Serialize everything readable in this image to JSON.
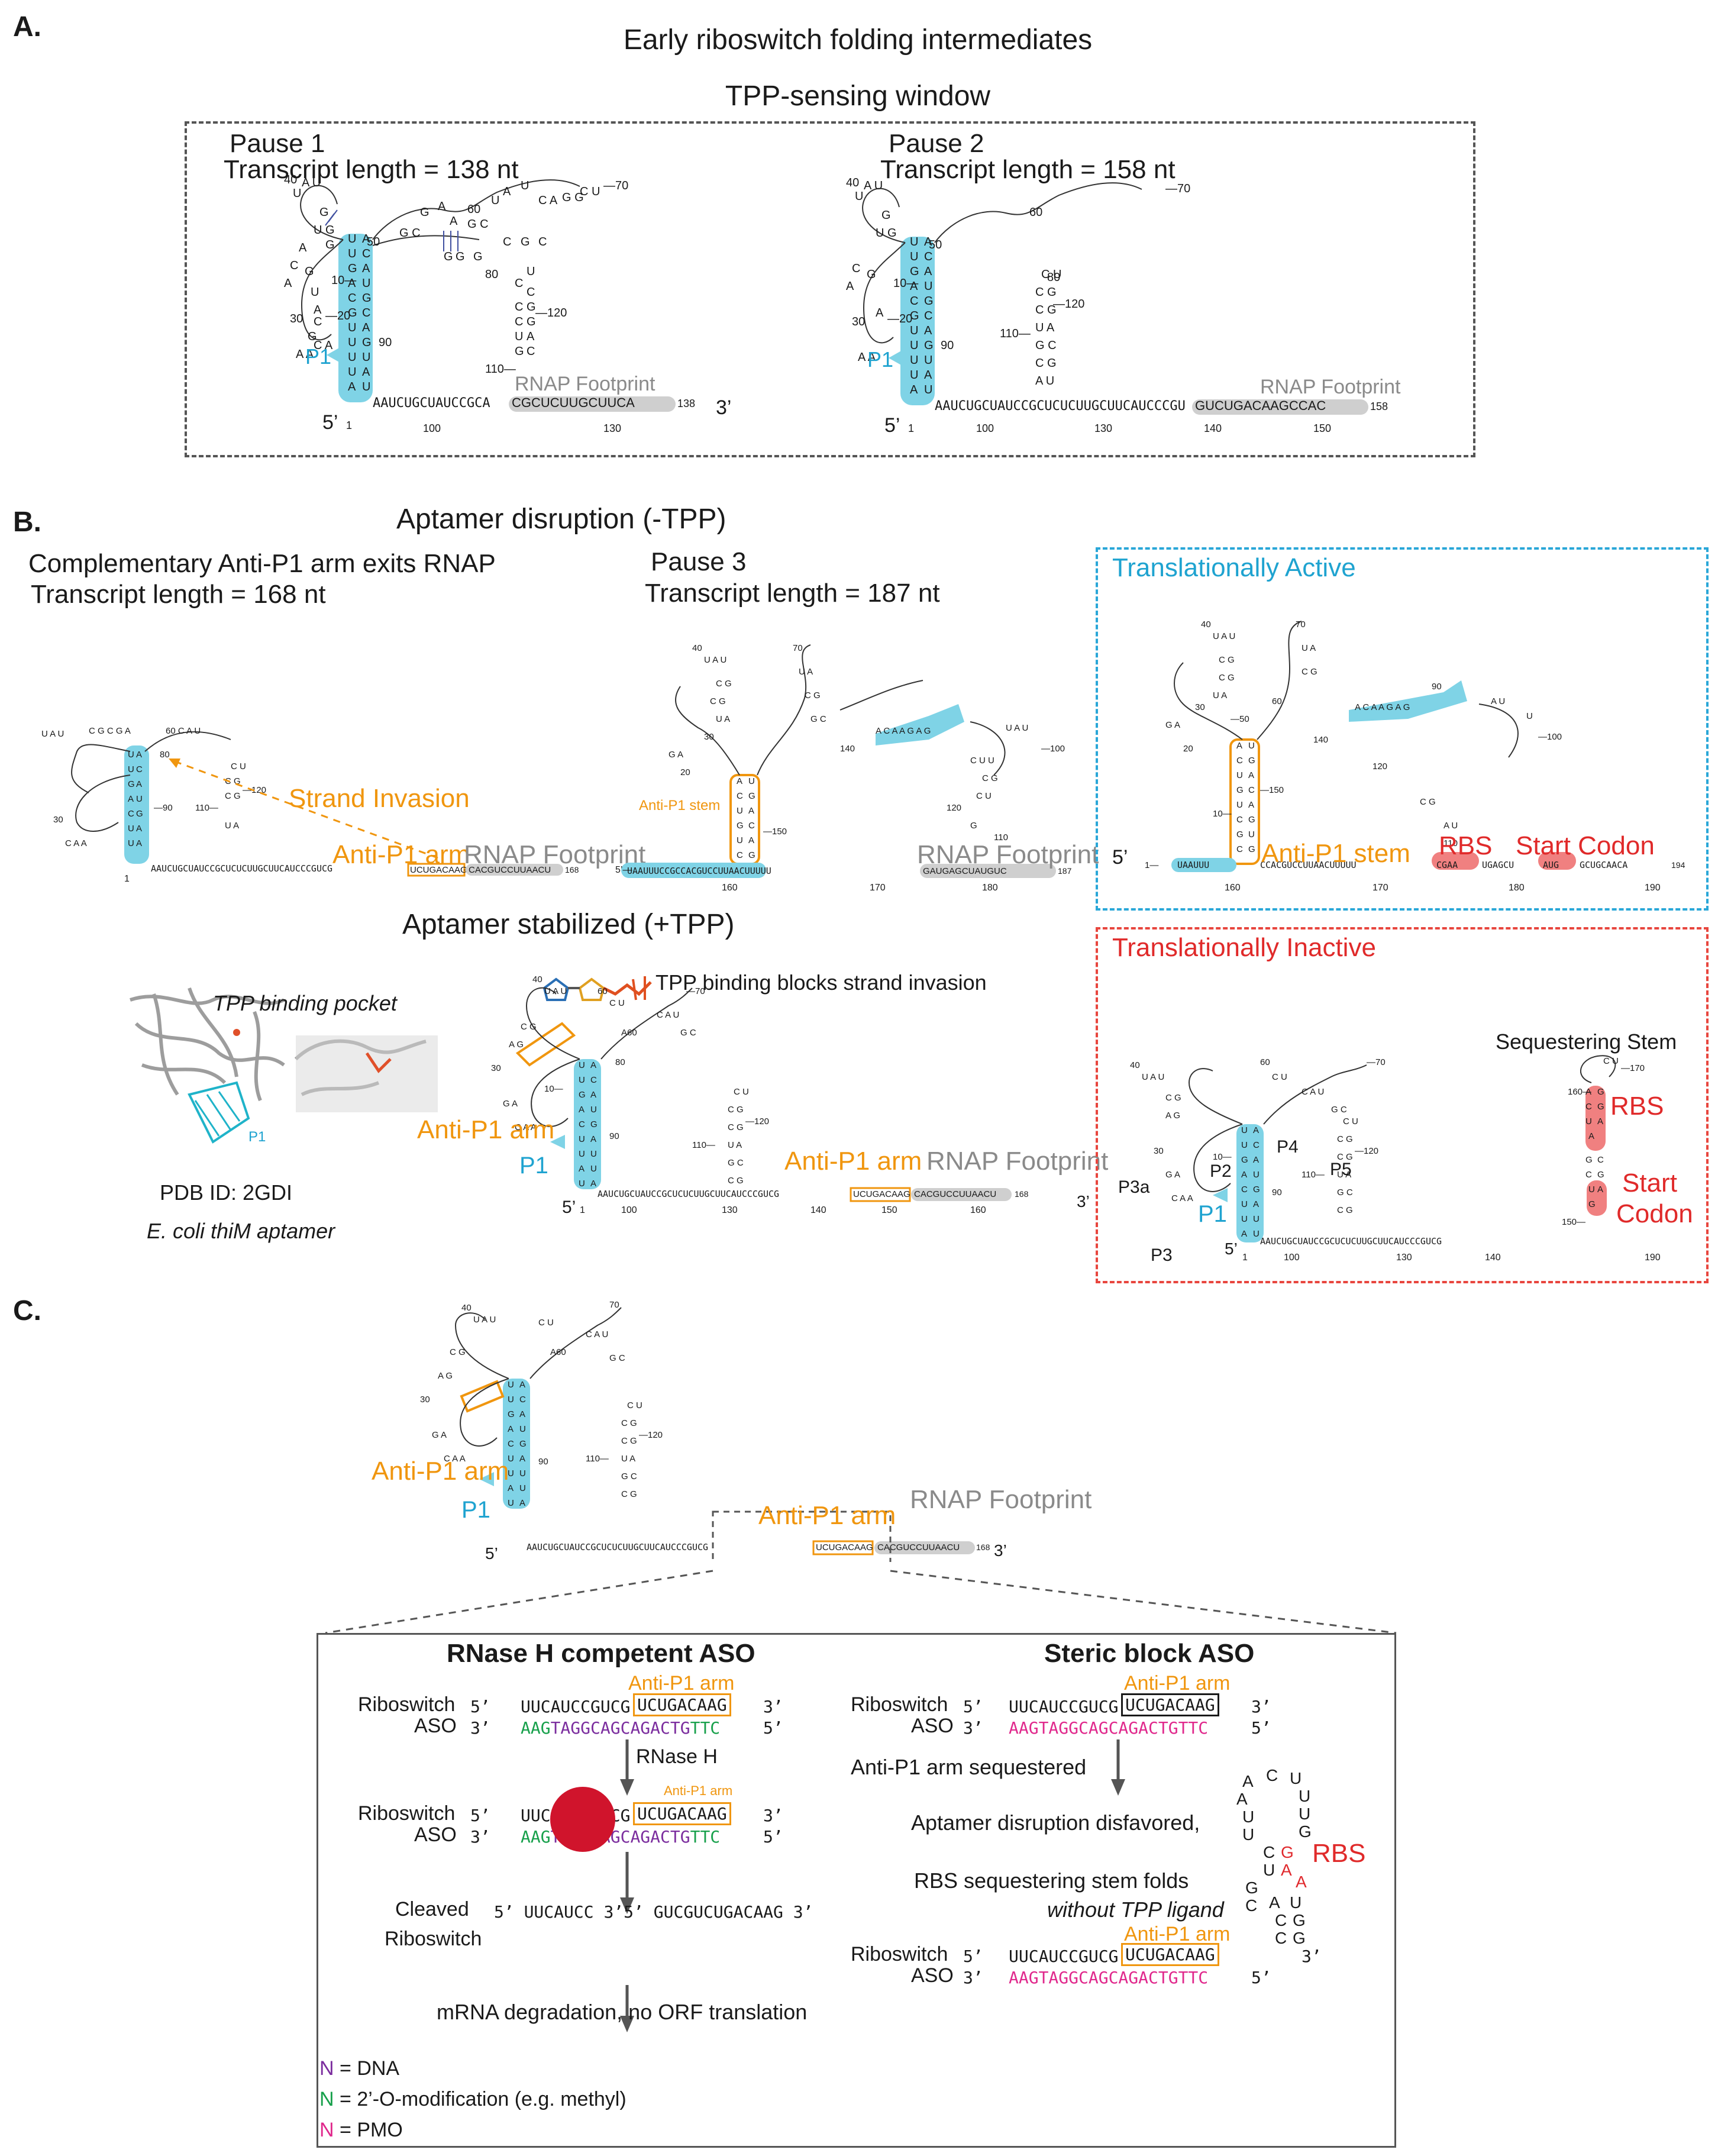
{
  "panelA": {
    "label": "A.",
    "title": "Early riboswitch folding intermediates",
    "window_title": "TPP-sensing window",
    "pause1": {
      "name": "Pause 1",
      "length": "Transcript length = 138 nt"
    },
    "pause2": {
      "name": "Pause 2",
      "length": "Transcript length = 158 nt"
    },
    "rnap": "RNAP Footprint",
    "p1": "P1",
    "five": "5’",
    "three": "3’",
    "seq1": "AAUCUGCUAUCCGCA",
    "foot1": "CGCUCUUGCUUCA",
    "end1": "138",
    "seq2": "AAUCUGCUAUCCGCUCUCUUGCUUCAUCCCGU",
    "foot2": "GUCUGACAAGCCAC",
    "end2": "158",
    "ticks1": [
      "1",
      "100",
      "130"
    ],
    "ticks2": [
      "1",
      "100",
      "130",
      "140",
      "150"
    ]
  },
  "panelB": {
    "label": "B.",
    "disrupt_title": "Aptamer disruption (-TPP)",
    "exit_title": "Complementary Anti-P1 arm exits RNAP",
    "exit_length": "Transcript length = 168 nt",
    "pause3": "Pause 3",
    "pause3_length": "Transcript length = 187 nt",
    "strand_invasion": "Strand Invasion",
    "anti_p1_arm": "Anti-P1 arm",
    "anti_p1_stem": "Anti-P1 stem",
    "rnap": "RNAP Footprint",
    "active": "Translationally Active",
    "inactive": "Translationally Inactive",
    "rbs": "RBS",
    "start_codon": "Start Codon",
    "start": "Start",
    "codon": "Codon",
    "stabilized_title": "Aptamer stabilized (+TPP)",
    "binding_pocket": "TPP binding pocket",
    "blocks": "TPP binding blocks strand invasion",
    "pdb": "PDB ID: 2GDI",
    "ecoli": "E. coli thiM aptamer",
    "sequestering": "Sequestering Stem",
    "p_labels": [
      "P1",
      "P2",
      "P3",
      "P3a",
      "P4",
      "P5"
    ],
    "seq168": "AAUCUGCUAUCCGCUCUCUUGCUUCAUCCCGUCG",
    "anti_arm_seq": "UCUGACAAG",
    "foot168": "CACGUCCUUAACU",
    "end168": "168",
    "seq187": "UAAUUUCCGCCACGUCCUUAACUUUUU",
    "foot187": "GAUGAGCUAUGUC",
    "end187": "187",
    "seq194_a": "CCACGUCCUUAACUUUUU",
    "seq194_rbs": "CGAA",
    "seq194_b": "UGAGCU",
    "seq194_aug": "AUG",
    "seq194_c": "GCUGCAACA",
    "end194": "194"
  },
  "panelC": {
    "label": "C.",
    "anti_p1_arm": "Anti-P1 arm",
    "rnap": "RNAP Footprint",
    "p1": "P1",
    "rnaseH_title": "RNase H competent ASO",
    "steric_title": "Steric block ASO",
    "riboswitch": "Riboswitch",
    "aso": "ASO",
    "five": "5’",
    "three": "3’",
    "ribo_seq_a": "UUCAUCCGUCG",
    "ribo_seq_box": "UCUGACAAG",
    "aso_seq_h_green1": "AAG",
    "aso_seq_h_purple": "TAGGCAGCAGACTG",
    "aso_seq_h_green2": "TTC",
    "aso_seq_pmo": "AAGTAGGCAGCAGACTGTTC",
    "rnase_h": "RNase H",
    "cleaved1": "Cleaved",
    "cleaved2": "Riboswitch",
    "cleaved_seq1": "UUCAUCC",
    "cleaved_seq2": "GUCGUCUGACAAG",
    "degradation": "mRNA degradation, no ORF translation",
    "sequestered": "Anti-P1 arm sequestered",
    "disfavored": "Aptamer disruption disfavored,",
    "rbs_folds": "RBS sequestering stem folds",
    "without": "without TPP ligand",
    "rbs": "RBS",
    "legend": [
      {
        "key": "N",
        "text": "= DNA",
        "color": "#7b2d9e"
      },
      {
        "key": "N",
        "text": "= 2’-O-modification (e.g. methyl)",
        "color": "#17a04b"
      },
      {
        "key": "N",
        "text": "= PMO",
        "color": "#e0288c"
      }
    ]
  },
  "colors": {
    "p1_blue": "#7fd3e6",
    "orange": "#f0960f",
    "rbs_red": "#f08080",
    "footprint_gray": "#cfcfcf",
    "rnase_red": "#d0142c"
  }
}
